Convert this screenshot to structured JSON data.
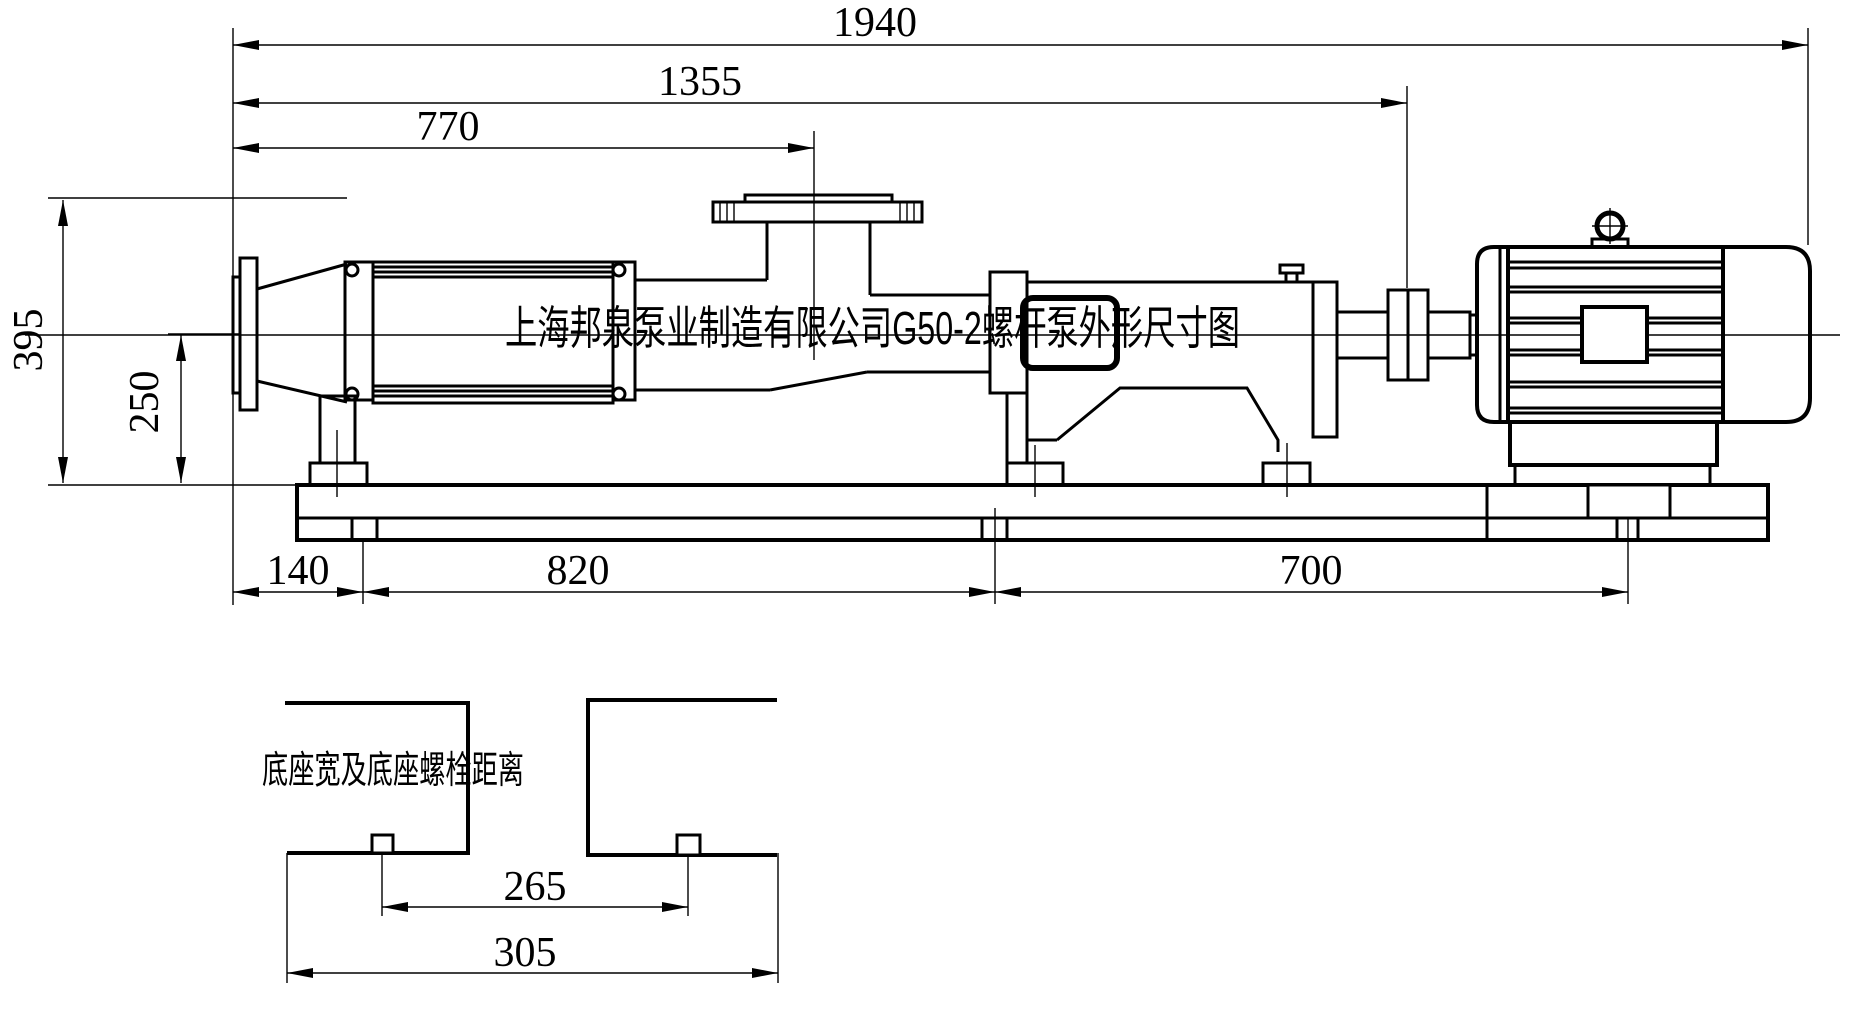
{
  "title": "上海邦泉泵业制造有限公司G50-2螺杆泵外形尺寸图",
  "section_label": "底座宽及底座螺栓距离",
  "dimensions": {
    "overall_length": "1940",
    "flange_to_coupling": "1355",
    "flange_to_discharge": "770",
    "overall_height": "395",
    "center_height": "250",
    "front_overhang": "140",
    "pump_foot_span": "820",
    "motor_foot_span": "700",
    "base_bolt_spacing": "265",
    "base_width": "305"
  },
  "colors": {
    "line": "#000000",
    "background": "#ffffff"
  }
}
